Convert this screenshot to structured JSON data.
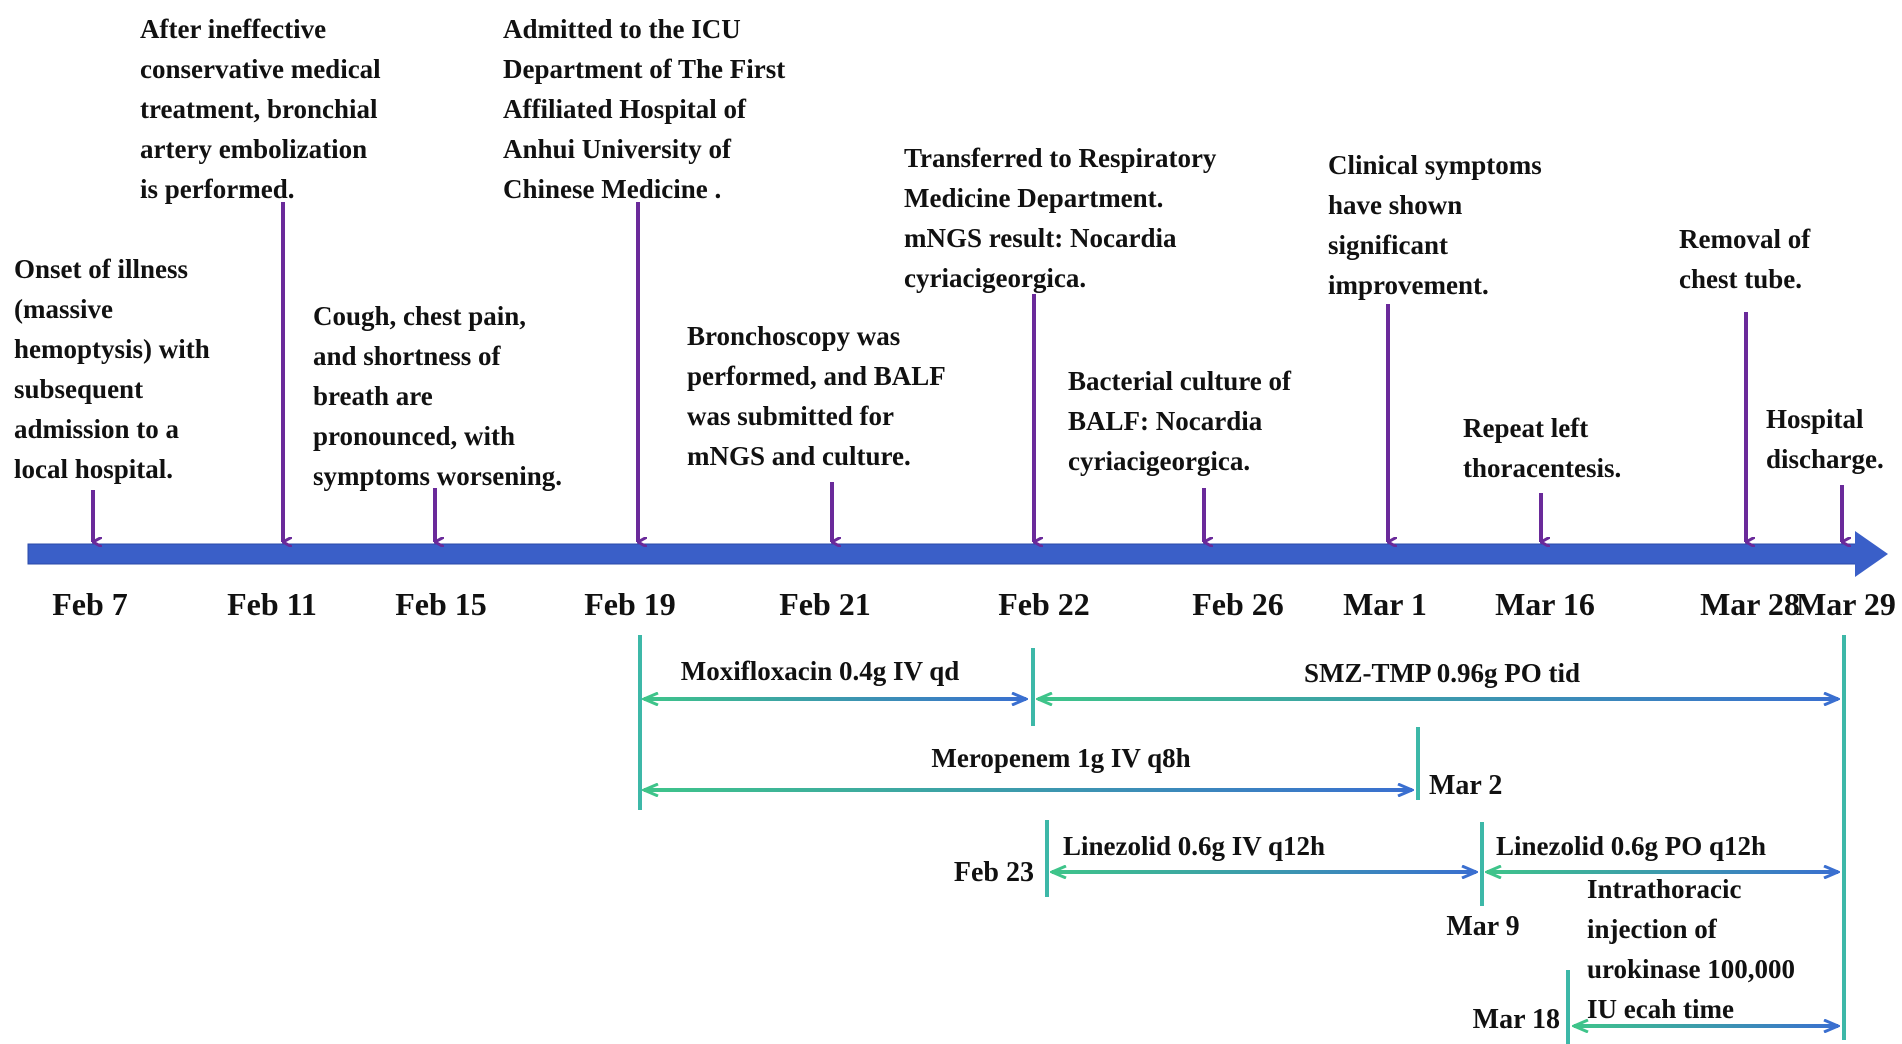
{
  "colors": {
    "axis": "#3a5fc8",
    "event_arrow": "#6a2a9a",
    "treatment_arrow_start": "#3ec48a",
    "treatment_arrow_end": "#3a6fd0",
    "tick_line": "#3db8a8",
    "text": "#111111"
  },
  "events": [
    {
      "date": "Feb 7",
      "text": [
        "Onset of illness",
        "(massive",
        "hemoptysis) with",
        "subsequent",
        "admission to a",
        "local hospital."
      ]
    },
    {
      "date": "Feb 11",
      "text": [
        "After ineffective",
        "conservative medical",
        "treatment, bronchial",
        "artery embolization",
        "is performed."
      ]
    },
    {
      "date": "Feb 15",
      "text": [
        "Cough, chest pain,",
        "and shortness of",
        "breath are",
        "pronounced, with",
        "symptoms worsening."
      ]
    },
    {
      "date": "Feb 19",
      "text": [
        "Admitted to the ICU",
        "Department of The First",
        "Affiliated Hospital of",
        "Anhui University of",
        "Chinese Medicine ."
      ]
    },
    {
      "date": "Feb 21",
      "text": [
        "Bronchoscopy was",
        "performed, and BALF",
        "was submitted for",
        "mNGS and culture."
      ]
    },
    {
      "date": "Feb 22",
      "text": [
        "Transferred to Respiratory",
        "Medicine Department.",
        "mNGS result: Nocardia",
        "cyriacigeorgica."
      ]
    },
    {
      "date": "Feb 26",
      "text": [
        "Bacterial culture of",
        "BALF: Nocardia",
        "cyriacigeorgica."
      ]
    },
    {
      "date": "Mar 1",
      "text": [
        "Clinical symptoms",
        "have shown",
        "significant",
        "improvement."
      ]
    },
    {
      "date": "Mar 16",
      "text": [
        "Repeat left",
        "thoracentesis."
      ]
    },
    {
      "date": "Mar 28",
      "text": [
        "Removal of",
        "chest tube."
      ]
    },
    {
      "date": "Mar 29",
      "text": [
        "Hospital",
        "discharge."
      ]
    }
  ],
  "treatments": [
    {
      "label": "Moxifloxacin 0.4g IV qd",
      "start": "Feb 19",
      "end": "Feb 22"
    },
    {
      "label": "SMZ-TMP 0.96g PO tid",
      "start": "Feb 22",
      "end": "Mar 29"
    },
    {
      "label": "Meropenem 1g IV q8h",
      "start": "Feb 19",
      "end": "Mar 2"
    },
    {
      "label": "Linezolid 0.6g  IV q12h",
      "start": "Feb 23",
      "end": "Mar 9"
    },
    {
      "label": "Linezolid 0.6g  PO q12h",
      "start": "Mar 9",
      "end": "Mar 29"
    },
    {
      "label": [
        "Intrathoracic",
        "injection of",
        "urokinase 100,000",
        "IU ecah time"
      ],
      "start": "Mar 18",
      "end": "Mar 29"
    }
  ],
  "extra_dates": [
    "Mar 2",
    "Feb 23",
    "Mar 9",
    "Mar 18"
  ]
}
